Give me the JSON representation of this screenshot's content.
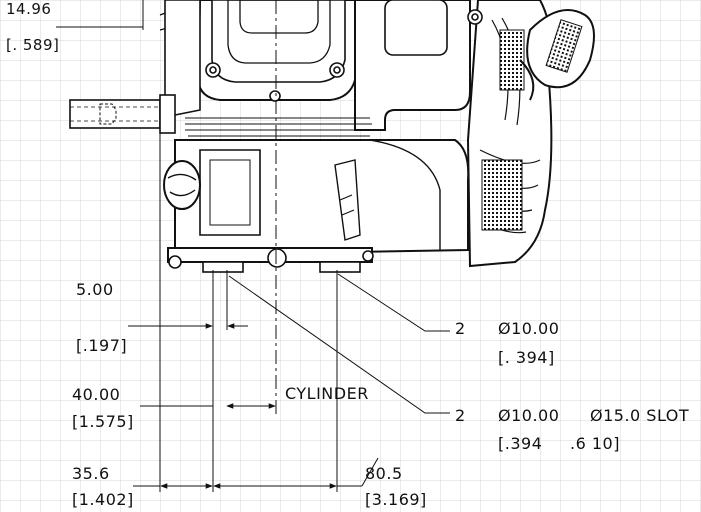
{
  "dimensions": {
    "top_left": {
      "value": "14.96",
      "inch": "[. 589]"
    },
    "spacing": {
      "value": "5.00",
      "inch": "[.197]"
    },
    "cyl_offset": {
      "value": "40.00",
      "inch": "[1.575]",
      "note": "CYLINDER"
    },
    "left_hole": {
      "value": "35.6",
      "inch": "[1.402]"
    },
    "right_hole": {
      "value": "80.5",
      "inch": "[3.169]"
    }
  },
  "holes": {
    "first": {
      "qty": "2",
      "dia": "Ø10.00",
      "inch": "[. 394]"
    },
    "second": {
      "qty": "2",
      "dia": "Ø10.00",
      "slot": "Ø15.0 SLOT",
      "inch": "[.394",
      "slot_inch": ".6 10]"
    }
  }
}
